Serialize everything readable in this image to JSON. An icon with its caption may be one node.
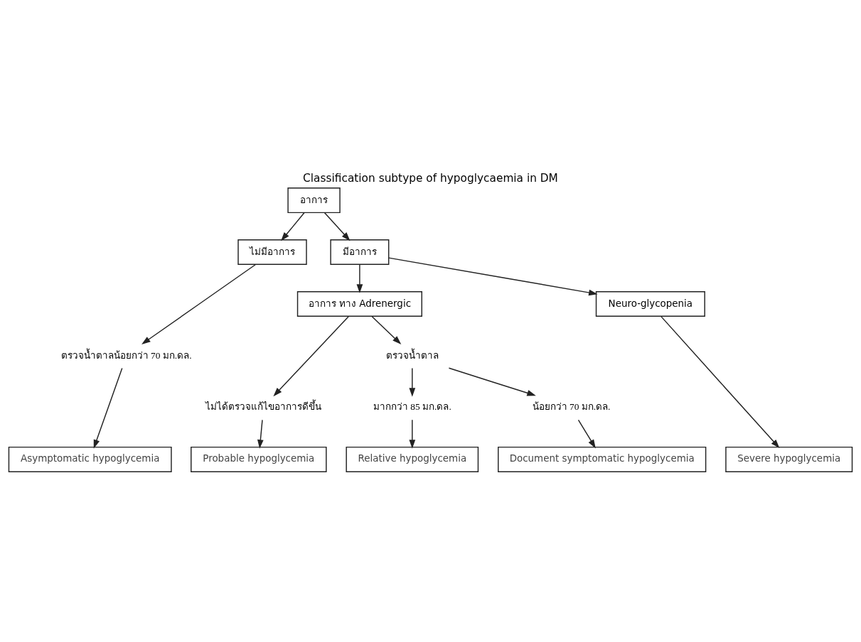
{
  "diagram": {
    "title": "Classification subtype of hypoglycaemia in DM",
    "nodes": [
      {
        "text": [
          "อาการ"
        ]
      },
      {
        "text": [
          "ไม่มีอาการ"
        ]
      },
      {
        "text": [
          "มีอาการ"
        ]
      },
      {
        "text": [
          "ตรวจน้ำตาลน้อยกว่า 70 มก.ดล."
        ]
      },
      {
        "text": [
          "อาการ ทาง Adrenergic"
        ]
      },
      {
        "text": [
          "Neuro-glycopenia"
        ]
      },
      {
        "text": [
          "ไม่ได้ตรวจแก้ไขอาการดีขึ้น"
        ]
      },
      {
        "text": [
          "ตรวจน้ำตาล"
        ]
      },
      {
        "text": [
          "มากกว่า 85 มก.ดล."
        ]
      },
      {
        "text": [
          "น้อยกว่า 70 มก.ดล."
        ]
      },
      {
        "text": [
          "Asymptomatic hypoglycemia"
        ]
      },
      {
        "text": [
          "Probable hypoglycemia"
        ]
      },
      {
        "text": [
          "Relative hypoglycemia"
        ]
      },
      {
        "text": [
          "Document symptomatic hypoglycemia"
        ]
      },
      {
        "text": [
          "Severe hypoglycemia"
        ]
      }
    ],
    "edges": [
      {
        "from": 0,
        "to": 1,
        "arrow": "to"
      },
      {
        "from": 0,
        "to": 2,
        "arrow": "to"
      },
      {
        "from": 1,
        "to": 3,
        "arrow": "to"
      },
      {
        "from": 2,
        "to": 4,
        "arrow": "to"
      },
      {
        "from": 2,
        "to": 5,
        "arrow": "to"
      },
      {
        "from": 3,
        "to": 10,
        "arrow": "to"
      },
      {
        "from": 4,
        "to": 6,
        "arrow": "to"
      },
      {
        "from": 4,
        "to": 7,
        "arrow": "to"
      },
      {
        "from": 6,
        "to": 11,
        "arrow": "to"
      },
      {
        "from": 7,
        "to": 8,
        "arrow": "to"
      },
      {
        "from": 7,
        "to": 9,
        "arrow": "to"
      },
      {
        "from": 8,
        "to": 12,
        "arrow": "to"
      },
      {
        "from": 9,
        "to": 13,
        "arrow": "to"
      },
      {
        "from": 5,
        "to": 14,
        "arrow": "to"
      }
    ]
  }
}
